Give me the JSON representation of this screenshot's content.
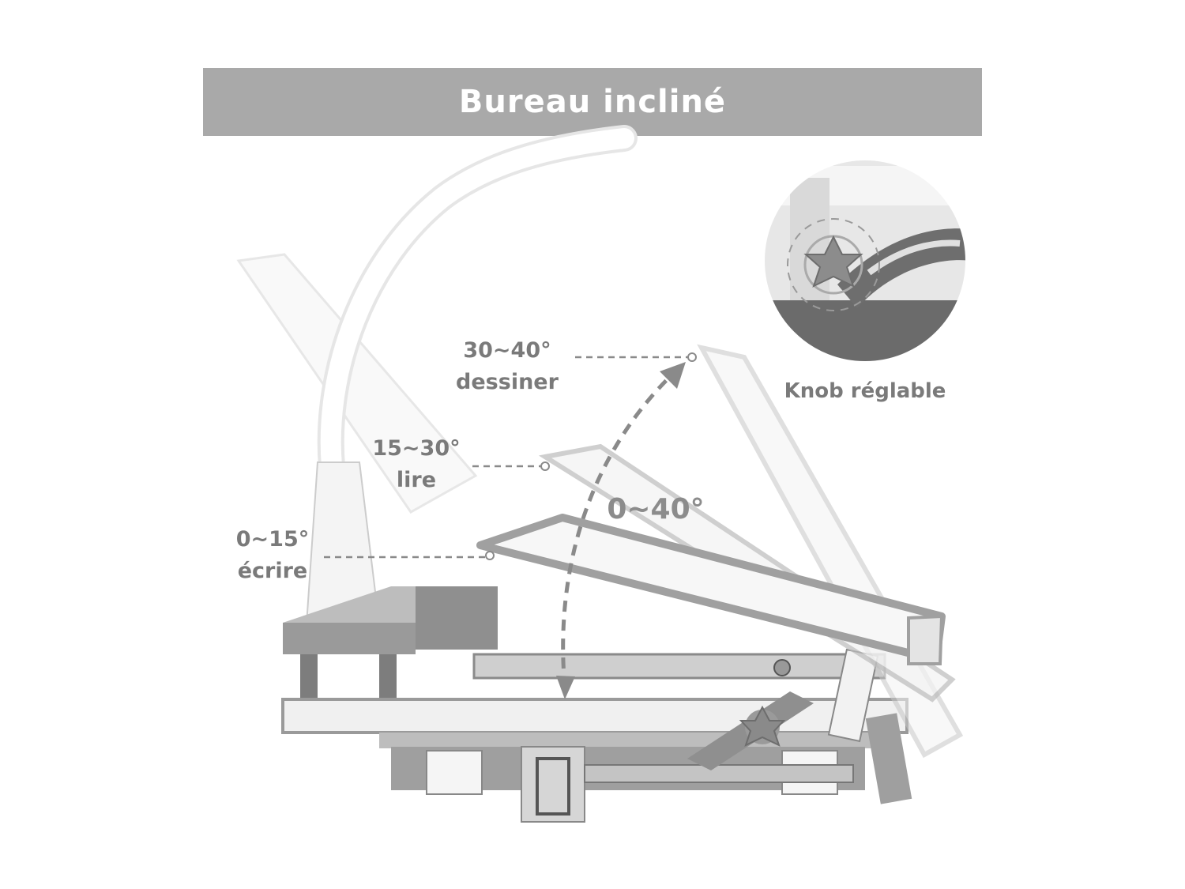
{
  "title": "Bureau incliné",
  "angles": [
    {
      "range": "30~40°",
      "use": "dessiner"
    },
    {
      "range": "15~30°",
      "use": "lire"
    },
    {
      "range": "0~15°",
      "use": "écrire"
    }
  ],
  "total_range": "0~40°",
  "inset": {
    "label": "Knob réglable"
  },
  "colors": {
    "banner": "#a9a9a9",
    "label": "#7a7a7a",
    "arrow": "#8a8a8a",
    "part_grey": "#9a9a9a"
  }
}
